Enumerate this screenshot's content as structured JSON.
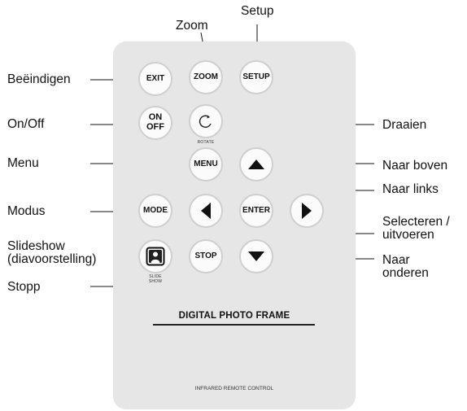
{
  "callouts": {
    "zoom": "Zoom",
    "setup": "Setup",
    "exit": "Beëindigen",
    "onoff": "On/Off",
    "rotate": "Draaien",
    "menu": "Menu",
    "up": "Naar boven",
    "left": "Naar links",
    "mode": "Modus",
    "enter_line1": "Selecteren /",
    "enter_line2": "uitvoeren",
    "slideshow_line1": "Slideshow",
    "slideshow_line2": "(diavoorstelling)",
    "stop": "Stopp",
    "down_line1": "Naar",
    "down_line2": "onderen"
  },
  "buttons": {
    "exit": "EXIT",
    "zoom": "ZOOM",
    "setup": "SETUP",
    "on": "ON",
    "off": "OFF",
    "rotate_sub": "ROTATE",
    "menu": "MENU",
    "mode": "MODE",
    "enter": "ENTER",
    "stop": "STOP",
    "slide_sub1": "SLIDE",
    "slide_sub2": "SHOW"
  },
  "remote": {
    "title": "DIGITAL PHOTO FRAME",
    "footer": "INFRARED REMOTE CONTROL"
  },
  "icons": {
    "rotate": "rotate-icon",
    "up": "triangle-up-icon",
    "left": "triangle-left-icon",
    "right": "triangle-right-icon",
    "down": "triangle-down-icon",
    "slideshow": "slideshow-person-icon"
  }
}
